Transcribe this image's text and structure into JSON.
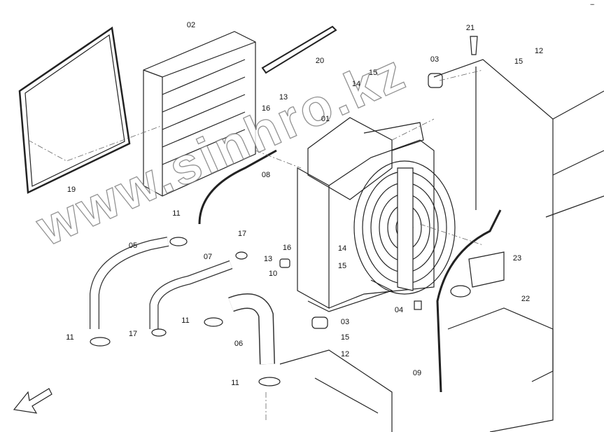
{
  "corner_mark": "▪▪▪",
  "watermark": "www.sinhro.kz",
  "callouts": [
    {
      "id": "02"
    },
    {
      "id": "20"
    },
    {
      "id": "21"
    },
    {
      "id": "03"
    },
    {
      "id": "15"
    },
    {
      "id": "12"
    },
    {
      "id": "19"
    },
    {
      "id": "14"
    },
    {
      "id": "15"
    },
    {
      "id": "13"
    },
    {
      "id": "16"
    },
    {
      "id": "01"
    },
    {
      "id": "08"
    },
    {
      "id": "11"
    },
    {
      "id": "17"
    },
    {
      "id": "05"
    },
    {
      "id": "07"
    },
    {
      "id": "13"
    },
    {
      "id": "16"
    },
    {
      "id": "14"
    },
    {
      "id": "15"
    },
    {
      "id": "10"
    },
    {
      "id": "23"
    },
    {
      "id": "22"
    },
    {
      "id": "04"
    },
    {
      "id": "11"
    },
    {
      "id": "17"
    },
    {
      "id": "11"
    },
    {
      "id": "03"
    },
    {
      "id": "15"
    },
    {
      "id": "06"
    },
    {
      "id": "12"
    },
    {
      "id": "09"
    },
    {
      "id": "11"
    }
  ]
}
